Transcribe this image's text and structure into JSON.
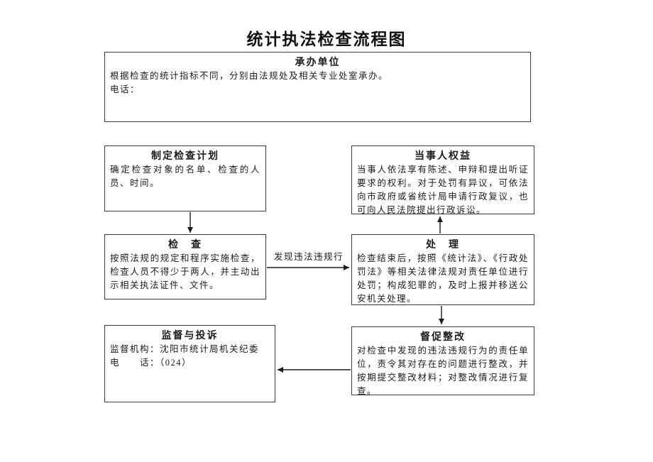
{
  "title": "统计执法检查流程图",
  "boxes": {
    "undertaker": {
      "title": "承办单位",
      "line1": "根据检查的统计指标不同，分别由法规处及相关专业处室承办。",
      "line2": "电话："
    },
    "plan": {
      "title": "制定检查计划",
      "body": "确定检查对象的名单、检查的人员、时间。"
    },
    "rights": {
      "title": "当事人权益",
      "body": "当事人依法享有陈述、申辩和提出听证要求的权利。对于处罚有异议，可依法向市政府或省统计局申请行政复议，也可向人民法院提出行政诉讼。"
    },
    "inspect": {
      "title": "检　查",
      "body": "按照法规的规定和程序实施检查，检查人员不得少于两人，并主动出示相关执法证件、文件。"
    },
    "handle": {
      "title": "处　理",
      "body": "检查结束后，按照《统计法》、《行政处罚法》等相关法律法规对责任单位进行处罚；构成犯罪的，及时上报并移送公安机关处理。"
    },
    "supervision": {
      "title": "监督与投诉",
      "line1": "监督机构：沈阳市统计局机关纪委",
      "line2": "电　　话：（024）"
    },
    "rectify": {
      "title": "督促整改",
      "body": "对检查中发现的违法违规行为的责任单位，责令其对存在的问题进行整改，并按期提交整改材料；对整改情况进行复查。"
    }
  },
  "arrows": {
    "violation_label": "发现违法违规行"
  },
  "colors": {
    "border": "#3c3c3c",
    "text": "#1b1b1b",
    "background": "#ffffff"
  }
}
